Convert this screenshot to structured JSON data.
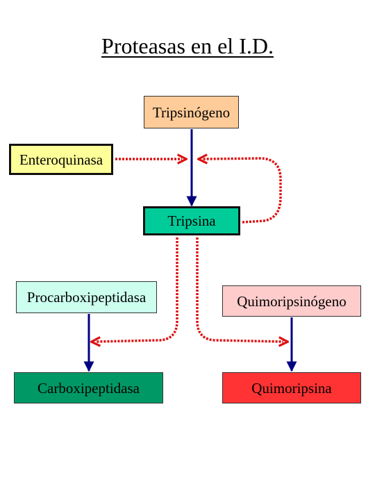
{
  "title": "Proteasas en el I.D.",
  "nodes": {
    "tripsinogeno": {
      "label": "Tripsinógeno",
      "color": "#FFCC99"
    },
    "enteroquinasa": {
      "label": "Enteroquinasa",
      "color": "#FFFF99"
    },
    "tripsina": {
      "label": "Tripsina",
      "color": "#00CC99"
    },
    "procarboxipeptidasa": {
      "label": "Procarboxipeptidasa",
      "color": "#CCFFEE"
    },
    "quimoripsinogeno": {
      "label": "Quimoripsinógeno",
      "color": "#FFCCCC"
    },
    "carboxipeptidasa": {
      "label": "Carboxipeptidasa",
      "color": "#009966"
    },
    "quimoripsina": {
      "label": "Quimoripsina",
      "color": "#FF3333"
    }
  },
  "colors": {
    "conversion_arrow": "#000080",
    "activation_arrow": "#DD1111"
  }
}
